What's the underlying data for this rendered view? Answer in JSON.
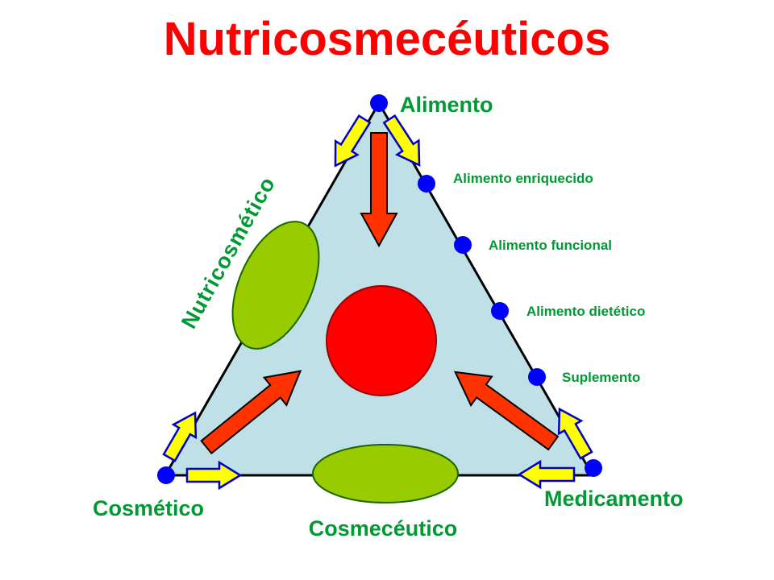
{
  "title": "Nutricosmecéuticos",
  "colors": {
    "title": "#ff0000",
    "green_text": "#009933",
    "triangle_fill": "#bfe0e6",
    "dot": "#0000ff",
    "red_circle": "#ff0000",
    "ellipse": "#99cc00",
    "red_arrow": "#ff3300",
    "yellow_arrow": "#ffff00",
    "yellow_arrow_stroke": "#0000ff"
  },
  "vertices": {
    "top": "Alimento",
    "left": "Cosmético",
    "right": "Medicamento"
  },
  "right_side_items": [
    "Alimento enriquecido",
    "Alimento funcional",
    "Alimento dietético",
    "Suplemento"
  ],
  "left_side_label": "Nutricosmético",
  "bottom_side_label": "Cosmecéutico"
}
